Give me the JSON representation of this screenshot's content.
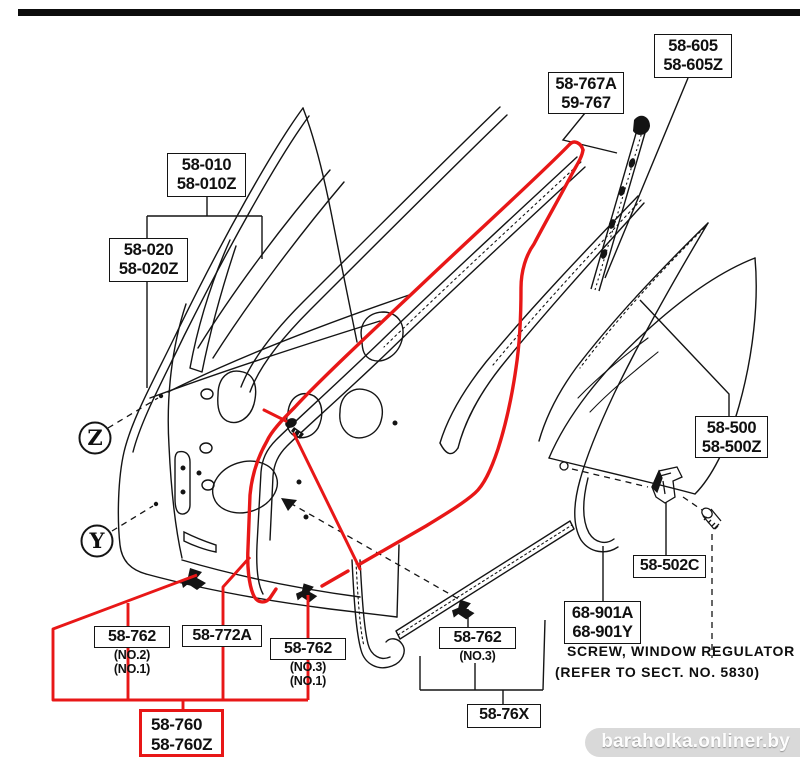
{
  "callouts": {
    "p58010": {
      "line1": "58-010",
      "line2": "58-010Z"
    },
    "p58020": {
      "line1": "58-020",
      "line2": "58-020Z"
    },
    "p58767a": {
      "line1": "58-767A",
      "line2": "59-767"
    },
    "p58605": {
      "line1": "58-605",
      "line2": "58-605Z"
    },
    "p58500": {
      "line1": "58-500",
      "line2": "58-500Z"
    },
    "p58502c": {
      "line1": "58-502C"
    },
    "p68901": {
      "line1": "68-901A",
      "line2": "68-901Y"
    },
    "p58762_no2": {
      "line1": "58-762",
      "note1": "(NO.2)",
      "note2": "(NO.1)"
    },
    "p58772a": {
      "line1": "58-772A"
    },
    "p58762_no3no1": {
      "line1": "58-762",
      "note1": "(NO.3)",
      "note2": "(NO.1)"
    },
    "p58762_no3": {
      "line1": "58-762",
      "note1": "(NO.3)"
    },
    "p5876x": {
      "line1": "58-76X"
    },
    "p58760": {
      "line1": "58-760",
      "line2": "58-760Z"
    }
  },
  "annotations": {
    "screw_line1": "SCREW, WINDOW REGULATOR",
    "screw_line2": "(REFER TO SECT. NO. 5830)"
  },
  "view_markers": {
    "z": "Z",
    "y": "Y"
  },
  "watermark": {
    "text": "baraholka.onliner.by"
  },
  "colors": {
    "highlight": "#e81717",
    "ink": "#141414"
  }
}
